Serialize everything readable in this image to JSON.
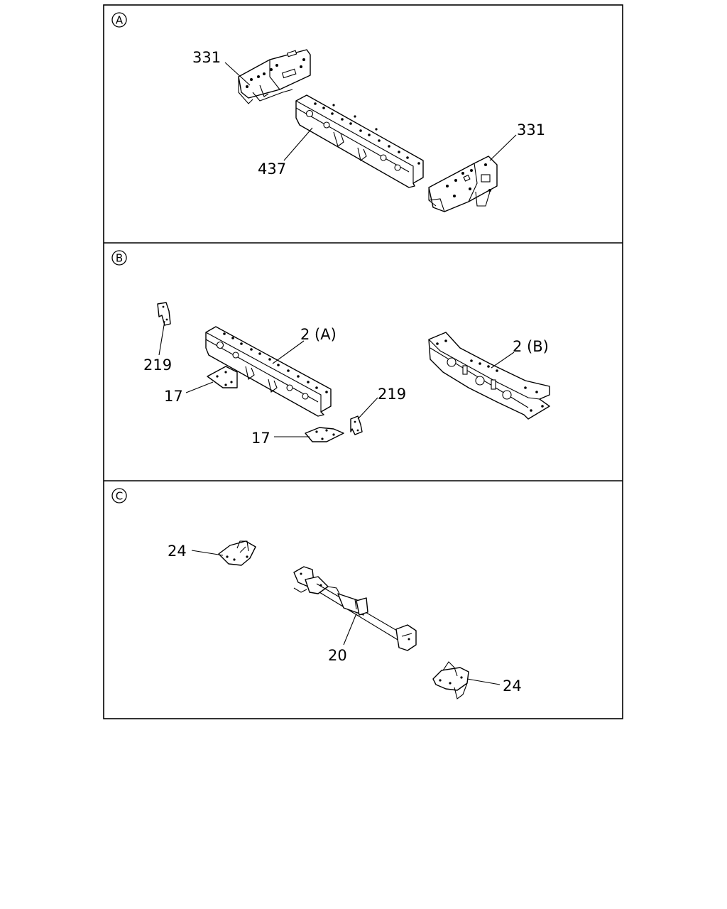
{
  "sections": [
    {
      "letter": "A",
      "callouts": [
        {
          "id": "a-331-left",
          "text": "331"
        },
        {
          "id": "a-437",
          "text": "437"
        },
        {
          "id": "a-331-right",
          "text": "331"
        }
      ]
    },
    {
      "letter": "B",
      "callouts": [
        {
          "id": "b-219-left",
          "text": "219"
        },
        {
          "id": "b-2a",
          "text": "2 (A)"
        },
        {
          "id": "b-2b",
          "text": "2 (B)"
        },
        {
          "id": "b-17-left",
          "text": "17"
        },
        {
          "id": "b-219-right",
          "text": "219"
        },
        {
          "id": "b-17-bottom",
          "text": "17"
        }
      ]
    },
    {
      "letter": "C",
      "callouts": [
        {
          "id": "c-24-left",
          "text": "24"
        },
        {
          "id": "c-20",
          "text": "20"
        },
        {
          "id": "c-24-right",
          "text": "24"
        }
      ]
    }
  ]
}
